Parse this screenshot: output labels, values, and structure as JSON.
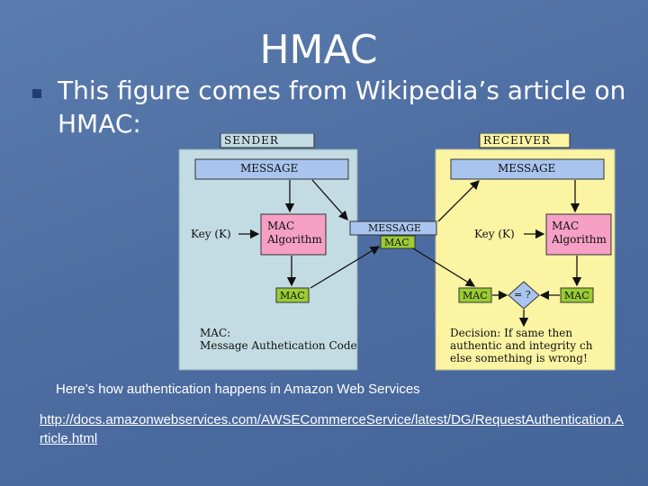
{
  "slide": {
    "title": "HMAC",
    "bullet": "This figure comes from Wikipedia’s article on HMAC:",
    "caption": "Here’s how authentication happens in Amazon Web Services",
    "link": "http://docs.amazonwebservices.com/AWSECommerceService/latest/DG/RequestAuthentication.Article.html"
  },
  "figure": {
    "sender_label": "SENDER",
    "receiver_label": "RECEIVER",
    "sender_message": "MESSAGE",
    "receiver_message": "MESSAGE",
    "sender_key": "Key (K)",
    "receiver_key": "Key (K)",
    "sender_mac_algo_line1": "MAC",
    "sender_mac_algo_line2": "Algorithm",
    "receiver_mac_algo_line1": "MAC",
    "receiver_mac_algo_line2": "Algorithm",
    "sender_mac": "MAC",
    "center_message": "MESSAGE",
    "center_mac": "MAC",
    "receiver_mac_computed": "MAC",
    "compare_symbol": "= ?",
    "receiver_mac_received": "MAC",
    "legend_line1": "MAC:",
    "legend_line2": "Message Authetication Code",
    "decision_line1": "Decision: If same then",
    "decision_line2": "authentic and integrity ch",
    "decision_line3": "else something is wrong!",
    "colors": {
      "sender_bg": "#c3dbe3",
      "receiver_bg": "#fbf4a3",
      "message_box": "#a9c5ef",
      "mac_algo_box": "#f5a0c4",
      "mac_box": "#9acc33"
    }
  }
}
